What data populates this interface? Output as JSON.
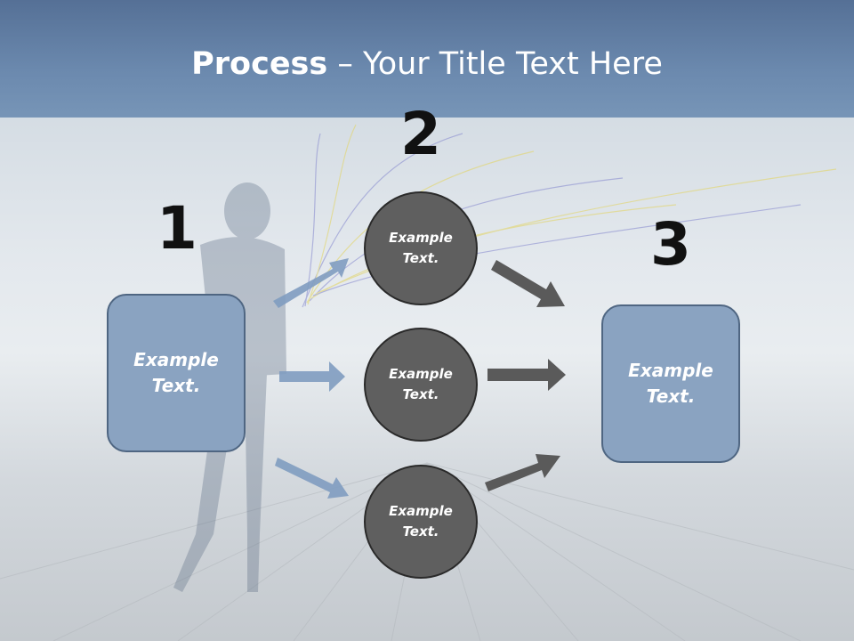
{
  "slide": {
    "title_bold": "Process",
    "title_rest": " – Your Title Text Here",
    "step_numbers": [
      "1",
      "2",
      "3"
    ],
    "left_box": "Example Text.",
    "circles": [
      "Example Text.",
      "Example Text.",
      "Example Text."
    ],
    "right_box": "Example Text."
  },
  "colors": {
    "header": "#6b89ae",
    "box_fill": "#8aa3c1",
    "circle_fill": "#5f5f5f",
    "blue_arrow": "#7f9cc0",
    "dark_arrow": "#5a5a5a"
  }
}
